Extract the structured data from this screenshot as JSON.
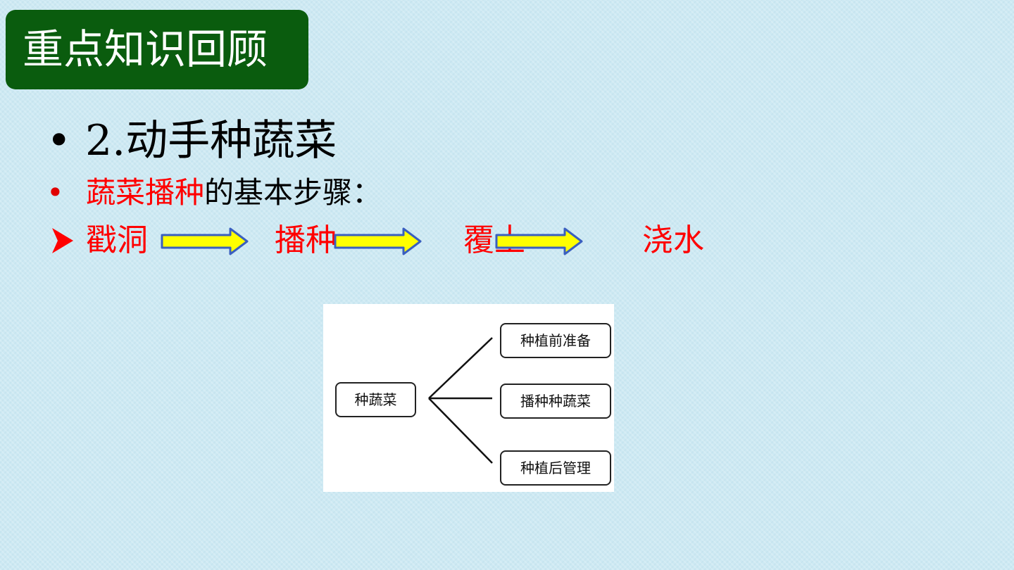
{
  "title": "重点知识回顾",
  "section": {
    "bullet": "•",
    "number": "2.",
    "text": "动手种蔬菜"
  },
  "sub": {
    "bullet": "•",
    "highlight": "蔬菜播种",
    "rest": "的基本步骤："
  },
  "steps": [
    "戳洞",
    "播种",
    "覆土",
    "浇水"
  ],
  "colors": {
    "title_bg": "#0a5c0e",
    "highlight": "#ff0000",
    "arrow_fill": "#ffff00",
    "arrow_stroke": "#3a5fbf"
  },
  "icons": {
    "step_marker": "arrow-bullet-icon",
    "step_arrow": "block-arrow-right-icon"
  },
  "diagram": {
    "root": "种蔬菜",
    "branches": [
      "种植前准备",
      "播种种蔬菜",
      "种植后管理"
    ]
  }
}
